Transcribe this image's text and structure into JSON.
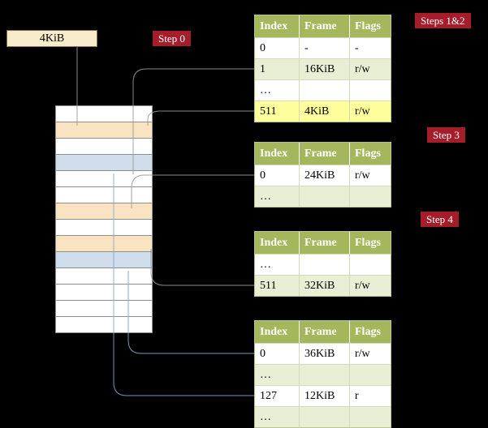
{
  "colors": {
    "background": "#000000",
    "table_header_bg": "#a4b75c",
    "row_alt_bg": "#e8efd5",
    "highlight_row_bg": "#feff9c",
    "frame_peach": "#fae3c0",
    "frame_blue": "#cfdded",
    "step_label_bg": "#a51c2a",
    "arrow_gray": "#9a9a9a",
    "arrow_blue": "#84a7d3",
    "frame_box_bg": "#f9ecca"
  },
  "frame_box": {
    "label": "4KiB"
  },
  "step_labels": {
    "step0": "Step 0",
    "steps_1_2": "Steps 1&2",
    "step3": "Step 3",
    "step4": "Step 4"
  },
  "memory": {
    "cells": [
      "white",
      "peach",
      "white",
      "blue",
      "white",
      "white",
      "peach",
      "white",
      "peach",
      "blue",
      "white",
      "white",
      "white",
      "white"
    ]
  },
  "tables": [
    {
      "name": "page-table-steps-1-2",
      "headers": [
        "Index",
        "Frame",
        "Flags"
      ],
      "rows": [
        {
          "index": "0",
          "frame": "-",
          "flags": "-",
          "bg": "white"
        },
        {
          "index": "1",
          "frame": "16KiB",
          "flags": "r/w",
          "bg": "green"
        },
        {
          "index": "…",
          "frame": "",
          "flags": "",
          "bg": "white"
        },
        {
          "index": "511",
          "frame": "4KiB",
          "flags": "r/w",
          "bg": "yellow"
        }
      ]
    },
    {
      "name": "page-table-step-3",
      "headers": [
        "Index",
        "Frame",
        "Flags"
      ],
      "rows": [
        {
          "index": "0",
          "frame": "24KiB",
          "flags": "r/w",
          "bg": "white"
        },
        {
          "index": "…",
          "frame": "",
          "flags": "",
          "bg": "green"
        }
      ]
    },
    {
      "name": "page-table-step-4",
      "headers": [
        "Index",
        "Frame",
        "Flags"
      ],
      "rows": [
        {
          "index": "…",
          "frame": "",
          "flags": "",
          "bg": "white"
        },
        {
          "index": "511",
          "frame": "32KiB",
          "flags": "r/w",
          "bg": "green"
        }
      ]
    },
    {
      "name": "page-table-bottom",
      "headers": [
        "Index",
        "Frame",
        "Flags"
      ],
      "rows": [
        {
          "index": "0",
          "frame": "36KiB",
          "flags": "r/w",
          "bg": "white"
        },
        {
          "index": "…",
          "frame": "",
          "flags": "",
          "bg": "green"
        },
        {
          "index": "127",
          "frame": "12KiB",
          "flags": "r",
          "bg": "white"
        },
        {
          "index": "…",
          "frame": "",
          "flags": "",
          "bg": "green"
        }
      ]
    }
  ]
}
